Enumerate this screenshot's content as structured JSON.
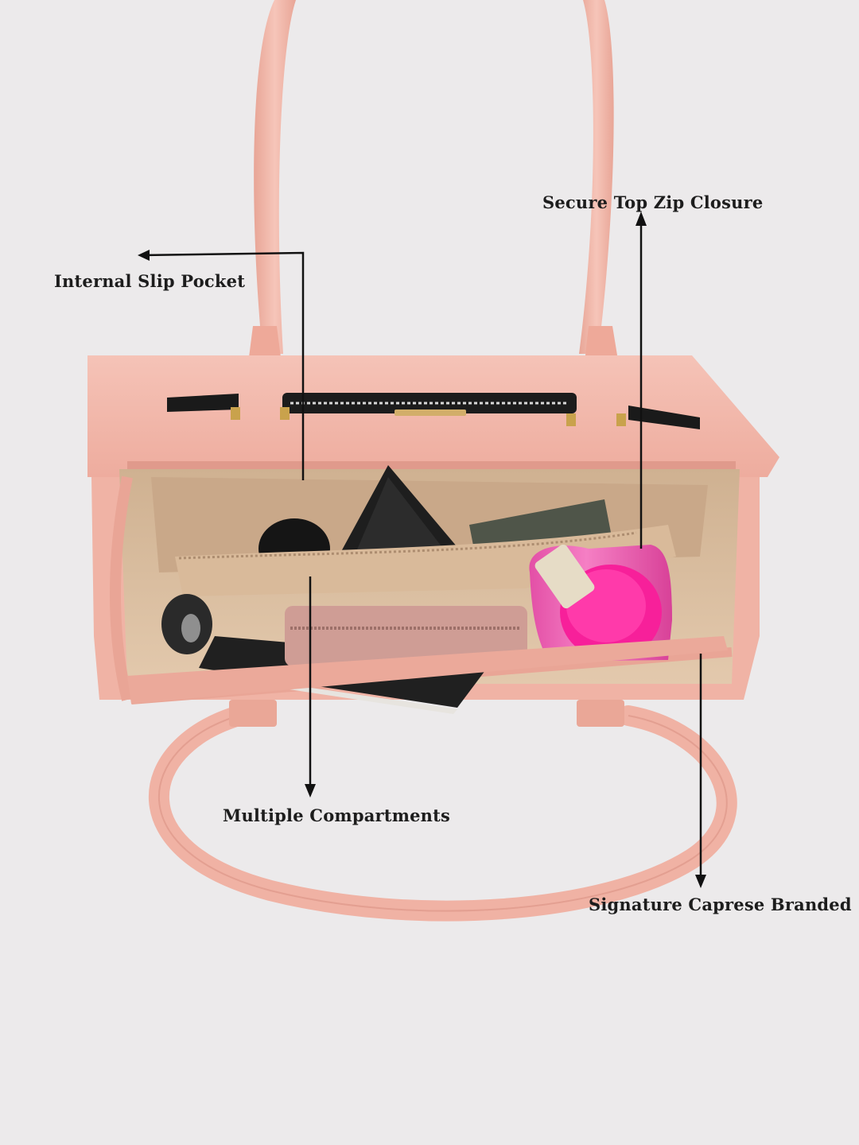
{
  "annotations": {
    "internal_slip_pocket": "Internal Slip Pocket",
    "secure_top_zip": "Secure Top Zip Closure",
    "multiple_compartments": "Multiple Compartments",
    "signature_branded": "Signature Caprese Branded"
  },
  "colors": {
    "background": "#eceaeb",
    "bag_pink": "#f2b7aa",
    "bag_pink_dark": "#e4a294",
    "lining_beige": "#d8bb9c",
    "bottle_pink": "#f06bb8",
    "cap_pink": "#f7239b",
    "arrow": "#111111"
  },
  "icons": [
    "arrow-left-icon",
    "arrow-up-icon",
    "arrow-down-icon"
  ]
}
